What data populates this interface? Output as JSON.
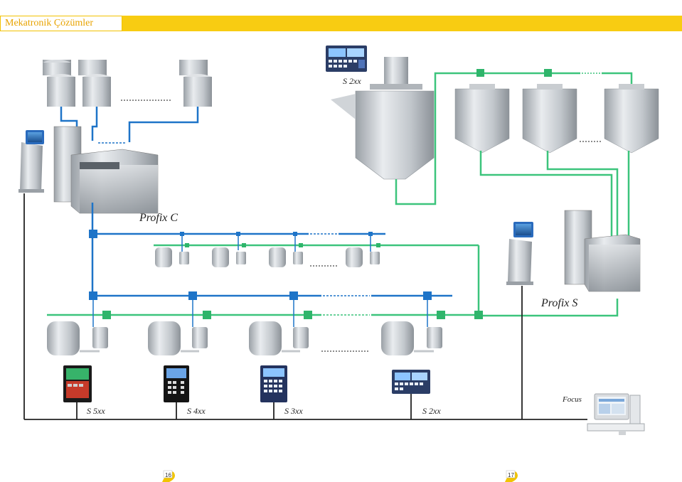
{
  "header": {
    "title": "Mekatronik Çözümler"
  },
  "labels": {
    "profix_c": "Profix C",
    "profix_s": "Profix S",
    "focus": "Focus",
    "top_controller": "S 2xx",
    "bottom_controllers": [
      "S 5xx",
      "S 4xx",
      "S 3xx",
      "S 2xx"
    ]
  },
  "page_numbers": {
    "left": "16",
    "right": "17"
  },
  "colors": {
    "header_bar": "#f8cc12",
    "header_text": "#e8a300",
    "blue_line": "#1e74c8",
    "green_line": "#3cc47c",
    "black_line": "#222222",
    "steel": "#b8bcc0"
  }
}
